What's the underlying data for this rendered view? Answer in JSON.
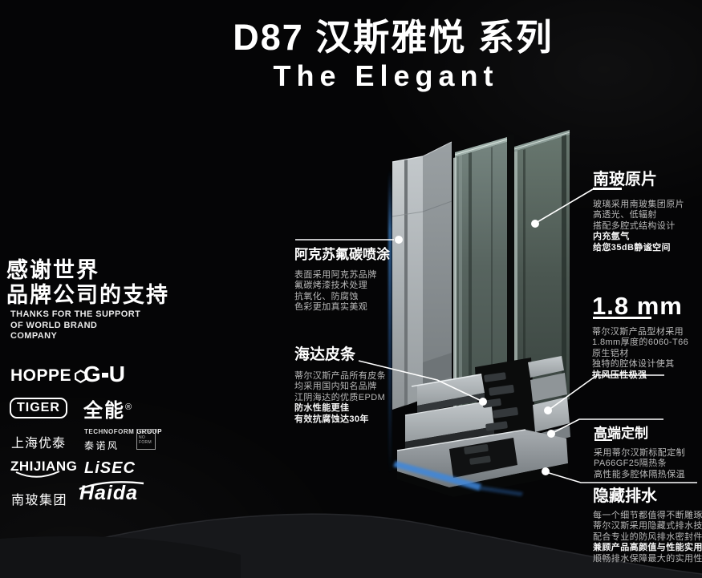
{
  "header": {
    "title_cn": "D87 汉斯雅悦 系列",
    "title_en": "The Elegant"
  },
  "sponsor": {
    "cn_line1": "感谢世界",
    "cn_line2": "品牌公司的支持",
    "en_line1": "THANKS FOR THE SUPPORT",
    "en_line2": "OF WORLD BRAND",
    "en_line3": "COMPANY"
  },
  "brands": {
    "hoppe": "HOPPE",
    "gu_g": "G",
    "gu_u": "U",
    "tiger": "TIGER",
    "quanneng": "全能",
    "reg": "®",
    "youtai": "上海优泰",
    "technoform_l1": "TECHNOFORM ",
    "technoform_l2": "GROUP",
    "technoform_cn": "泰诺风",
    "tf_box": [
      "TECH",
      "NO",
      "FORM"
    ],
    "zhijiang": "ZHIJIANG",
    "lisec": "LiSEC",
    "nanbo": "南玻集团",
    "haida": "Haida"
  },
  "annotations": [
    {
      "id": "coating",
      "title": "阿克苏氟碳喷涂",
      "lines": [
        {
          "text": "表面采用阿克苏品牌",
          "bold": false
        },
        {
          "text": "氟碳烤漆技术处理",
          "bold": false
        },
        {
          "text": "抗氧化、防腐蚀",
          "bold": false
        },
        {
          "text": "色彩更加真实美观",
          "bold": false
        }
      ]
    },
    {
      "id": "gasket",
      "title": "海达皮条",
      "lines": [
        {
          "text": "蒂尔汉斯产品所有皮条",
          "bold": false
        },
        {
          "text": "均采用国内知名品牌",
          "bold": false
        },
        {
          "text": "江阴海达的优质EPDM",
          "bold": false
        },
        {
          "text": "防水性能更佳",
          "bold": true
        },
        {
          "text": "有效抗腐蚀达30年",
          "bold": true
        }
      ]
    },
    {
      "id": "glass",
      "title": "南玻原片",
      "lines": [
        {
          "text": "玻璃采用南玻集团原片",
          "bold": false
        },
        {
          "text": "高透光、低辐射",
          "bold": false
        },
        {
          "text": "搭配多腔式结构设计",
          "bold": false
        },
        {
          "text": "内充氩气",
          "bold": true
        },
        {
          "text": "给您35dB静谧空间",
          "bold": true
        }
      ]
    },
    {
      "id": "thickness",
      "title": "1.8 mm",
      "lines": [
        {
          "text": "蒂尔汉斯产品型材采用",
          "bold": false
        },
        {
          "text": "1.8mm厚度的6060-T66",
          "bold": false
        },
        {
          "text": "原生铝材",
          "bold": false
        },
        {
          "text": "独特的腔体设计使其",
          "bold": false
        },
        {
          "text": "抗风压性极强",
          "bold": true
        }
      ]
    },
    {
      "id": "custom",
      "title": "高端定制",
      "lines": [
        {
          "text": "采用蒂尔汉斯标配定制",
          "bold": false
        },
        {
          "text": "PA66GF25隔热条",
          "bold": false
        },
        {
          "text": "高性能多腔体隔热保温",
          "bold": false
        }
      ]
    },
    {
      "id": "drainage",
      "title": "隐藏排水",
      "lines": [
        {
          "text": "每一个细节都值得不断雕琢",
          "bold": false
        },
        {
          "text": "蒂尔汉斯采用隐藏式排水技术",
          "bold": false
        },
        {
          "text": "配合专业的防风排水密封件",
          "bold": false
        },
        {
          "text": "兼顾产品高颜值与性能实用性",
          "bold": true
        },
        {
          "text": "顺畅排水保障最大的实用性能",
          "bold": false
        }
      ]
    }
  ],
  "colors": {
    "accent_blue": "#3f8fe0",
    "body_text": "#b9b9b9",
    "white": "#ffffff",
    "background": "#050506"
  }
}
